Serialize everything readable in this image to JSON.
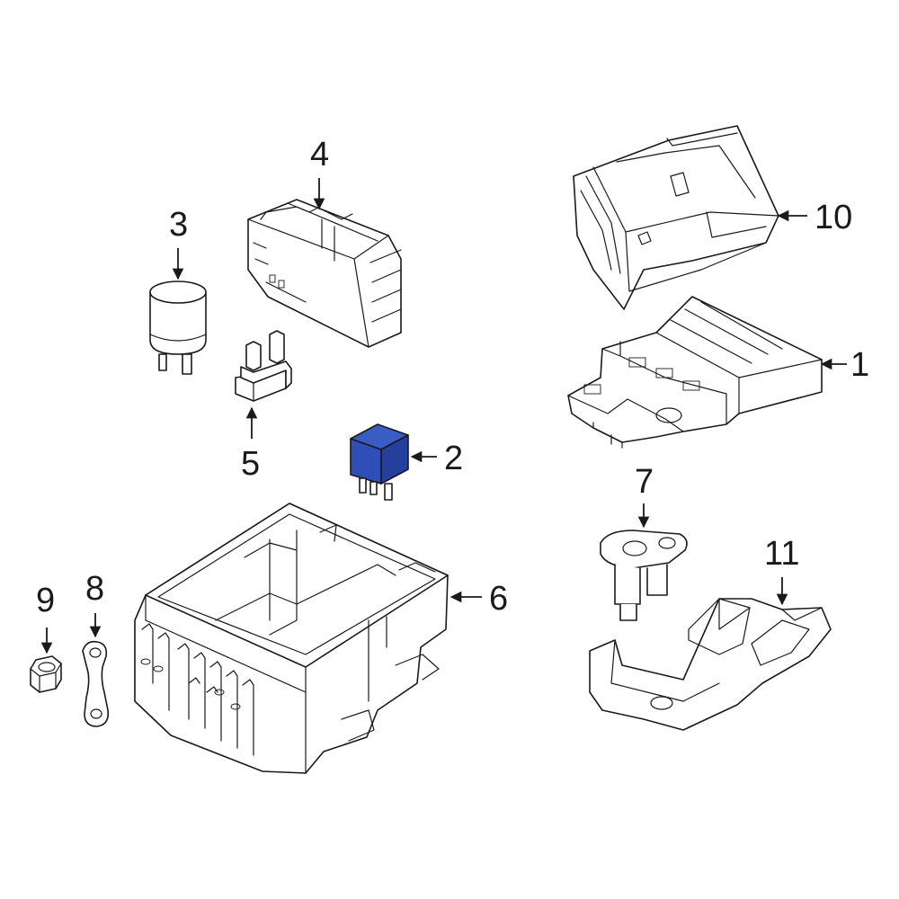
{
  "diagram": {
    "highlight_color": "#2e4fb7",
    "callouts": [
      {
        "id": "1",
        "label": "1"
      },
      {
        "id": "2",
        "label": "2"
      },
      {
        "id": "3",
        "label": "3"
      },
      {
        "id": "4",
        "label": "4"
      },
      {
        "id": "5",
        "label": "5"
      },
      {
        "id": "6",
        "label": "6"
      },
      {
        "id": "7",
        "label": "7"
      },
      {
        "id": "8",
        "label": "8"
      },
      {
        "id": "9",
        "label": "9"
      },
      {
        "id": "10",
        "label": "10"
      },
      {
        "id": "11",
        "label": "11"
      }
    ]
  }
}
